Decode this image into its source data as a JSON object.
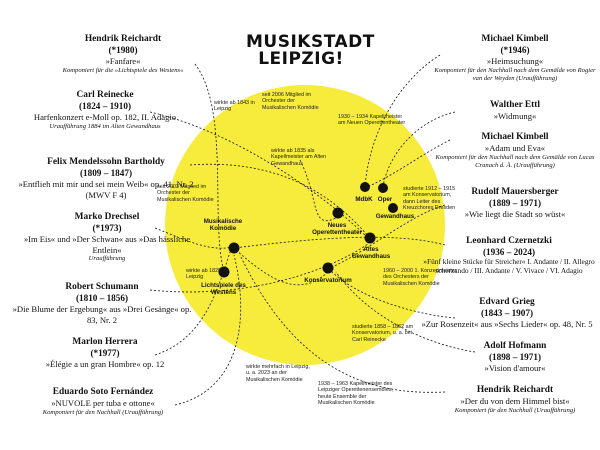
{
  "title": {
    "line1": "MUSIKSTADT",
    "line2": "LEIPZIG!"
  },
  "composers_left": [
    {
      "name": "Hendrik Reichardt",
      "years": "(*1980)",
      "work": "»Fanfare«",
      "note": "Komponiert für die »Lichtspiele des Westens«"
    },
    {
      "name": "Carl Reinecke",
      "years": "(1824 – 1910)",
      "work": "Harfenkonzert e-Moll op. 182, II. Adagio",
      "note": "Uraufführung 1884 im Alten Gewandhaus"
    },
    {
      "name": "Felix Mendelssohn Bartholdy",
      "years": "(1809 – 1847)",
      "work": "»Entflieh mit mir und sei mein Weib« op. 41, Nr. 2 (MWV F 4)",
      "note": ""
    },
    {
      "name": "Marko Drechsel",
      "years": "(*1973)",
      "work": "»Im Eis« und »Der Schwan« aus »Das hässliche Entlein«",
      "note": "Uraufführung"
    },
    {
      "name": "Robert Schumann",
      "years": "(1810 – 1856)",
      "work": "»Die Blume der Ergebung« aus »Drei Gesänge« op. 83, Nr. 2",
      "note": ""
    },
    {
      "name": "Marlon Herrera",
      "years": "(*1977)",
      "work": "»Élégie a un gran Hombre« op. 12",
      "note": ""
    },
    {
      "name": "Eduardo Soto Fernández",
      "years": "",
      "work": "»NUVOLE per tuba e ottone«",
      "note": "Komponiert für den Nachhall (Uraufführung)"
    }
  ],
  "composers_right": [
    {
      "name": "Michael Kimbell",
      "years": "(*1946)",
      "work": "»Heimsuchung«",
      "note": "Komponiert für den Nachhall nach dem Gemälde von Rogier van der Weyden (Uraufführung)"
    },
    {
      "name": "Walther Ettl",
      "years": "",
      "work": "»Widmung«",
      "note": ""
    },
    {
      "name": "Michael Kimbell",
      "years": "",
      "work": "»Adam und Eva«",
      "note": "Komponiert für den Nachhall nach dem Gemälde von Lucas Cranach d. Ä. (Uraufführung)"
    },
    {
      "name": "Rudolf Mauersberger",
      "years": "(1889 – 1971)",
      "work": "»Wie liegt die Stadt so wüst«",
      "note": ""
    },
    {
      "name": "Leonhard Czernetzki",
      "years": "(1936 – 2024)",
      "work": "»Fünf kleine Stücke für Streicher« I. Andante / II. Allegro scherzando / III. Andante / V. Vivace / VI. Adagio",
      "note": ""
    },
    {
      "name": "Edvard Grieg",
      "years": "(1843 – 1907)",
      "work": "»Zur Rosenzeit« aus »Sechs Lieder« op. 48, Nr. 5",
      "note": ""
    },
    {
      "name": "Adolf Hofmann",
      "years": "(1898 – 1971)",
      "work": "»Vision d'amour«",
      "note": ""
    },
    {
      "name": "Hendrik Reichardt",
      "years": "",
      "work": "»Der du von dem Himmel bist«",
      "note": "Komponiert für den Nachhall (Uraufführung)"
    }
  ],
  "venues": [
    {
      "label": "Musikalische Komödie"
    },
    {
      "label": "Lichtspiele des Westens"
    },
    {
      "label": "Neues Operettentheater"
    },
    {
      "label": "MdbK"
    },
    {
      "label": "Oper"
    },
    {
      "label": "Gewandhaus"
    },
    {
      "label": "Altes Gewandhaus"
    },
    {
      "label": "Konservatorium"
    }
  ],
  "annotations": [
    {
      "text": "seit 2006 Mitglied im Orchester der Musikalischen Komödie"
    },
    {
      "text": "wirkte ab 1843 in Leipzig"
    },
    {
      "text": "1930 – 1934 Kapellmeister am Neuen Operettentheater"
    },
    {
      "text": "wirkte ab 1835 als Kapellmeister am Alten Gewandhaus"
    },
    {
      "text": "seit 2003 Mitglied im Orchester der Musikalischen Komödie"
    },
    {
      "text": "studierte 1912 – 1915 am Konservatorium, dann Leiter des Kreuzchores Dresden"
    },
    {
      "text": "wirkte ab 1828 in Leipzig"
    },
    {
      "text": "1960 – 2000 1. Konzertmeister des Orchesters der Musikalischen Komödie"
    },
    {
      "text": "studierte 1858 – 1862 am Konservatorium, u. a. bei Carl Reinecke"
    },
    {
      "text": "wirkte mehrfach in Leipzig, u. a. 2023 an der Musikalischen Komödie"
    },
    {
      "text": "1938 – 1963 Kapellmeister des Leipziger Operettenensembles, heute Ensemble der Musikalischen Komödie"
    }
  ],
  "colors": {
    "circle": "#f7ec3b",
    "ink": "#111111"
  }
}
